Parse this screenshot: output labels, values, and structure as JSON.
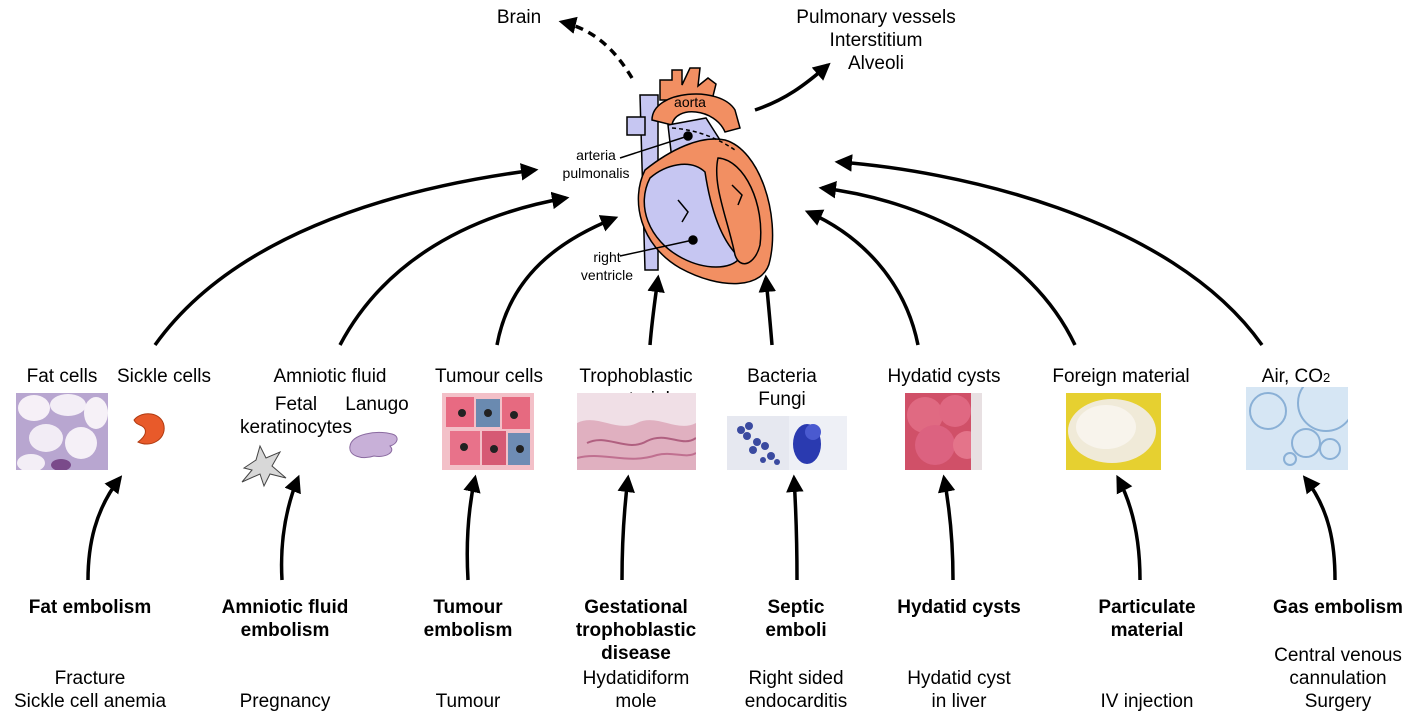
{
  "destinations": {
    "brain": "Brain",
    "lung": [
      "Pulmonary vessels",
      "Interstitium",
      "Alveoli"
    ]
  },
  "heart_labels": {
    "aorta": "aorta",
    "arteria": [
      "arteria",
      "pulmonalis"
    ],
    "ventricle": [
      "right",
      "ventricle"
    ]
  },
  "emboli": [
    {
      "material": "Fat cells",
      "material2": "Sickle cells",
      "disease": [
        "Fat embolism"
      ],
      "causes": [
        "Fracture",
        "Sickle cell anemia"
      ]
    },
    {
      "material": "Amniotic fluid",
      "sub1": [
        "Fetal",
        "keratinocytes"
      ],
      "sub2": "Lanugo",
      "disease": [
        "Amniotic fluid",
        "embolism"
      ],
      "causes": [
        "Pregnancy"
      ]
    },
    {
      "material": "Tumour cells",
      "disease": [
        "Tumour",
        "embolism"
      ],
      "causes": [
        "Tumour"
      ]
    },
    {
      "material": "Trophoblastic material",
      "material_lines": [
        "Trophoblastic",
        "material"
      ],
      "disease": [
        "Gestational",
        "trophoblastic",
        "disease"
      ],
      "causes": [
        "Hydatidiform",
        "mole"
      ]
    },
    {
      "material_lines": [
        "Bacteria",
        "Fungi"
      ],
      "disease": [
        "Septic",
        "emboli"
      ],
      "causes": [
        "Right sided",
        "endocarditis"
      ]
    },
    {
      "material": "Hydatid cysts",
      "disease": [
        "Hydatid cysts"
      ],
      "causes": [
        "Hydatid cyst",
        "in liver"
      ]
    },
    {
      "material": "Foreign material",
      "disease": [
        "Particulate",
        "material"
      ],
      "causes": [
        "IV injection"
      ]
    },
    {
      "material": "Air, CO",
      "material_sub": "2",
      "disease": [
        "Gas embolism"
      ],
      "causes": [
        "Central venous",
        "cannulation",
        "Surgery"
      ]
    }
  ],
  "colors": {
    "heart_red": "#f28f62",
    "heart_blue": "#c6c6f2",
    "outline": "#000000"
  },
  "icons": {
    "heart": "heart-anatomy-illustration",
    "fat": "fat-cells-micrograph",
    "sickle": "sickle-cell-shape",
    "keratinocyte": "fetal-keratinocyte-shape",
    "lanugo": "lanugo-shape",
    "tumour": "tumour-cells-micrograph",
    "trophoblast": "trophoblastic-tissue-micrograph",
    "bacteria": "bacteria-micrograph",
    "fungi": "fungi-micrograph",
    "hydatid": "hydatid-cyst-micrograph",
    "foreign": "foreign-material-micrograph",
    "gas": "gas-bubbles-micrograph"
  }
}
